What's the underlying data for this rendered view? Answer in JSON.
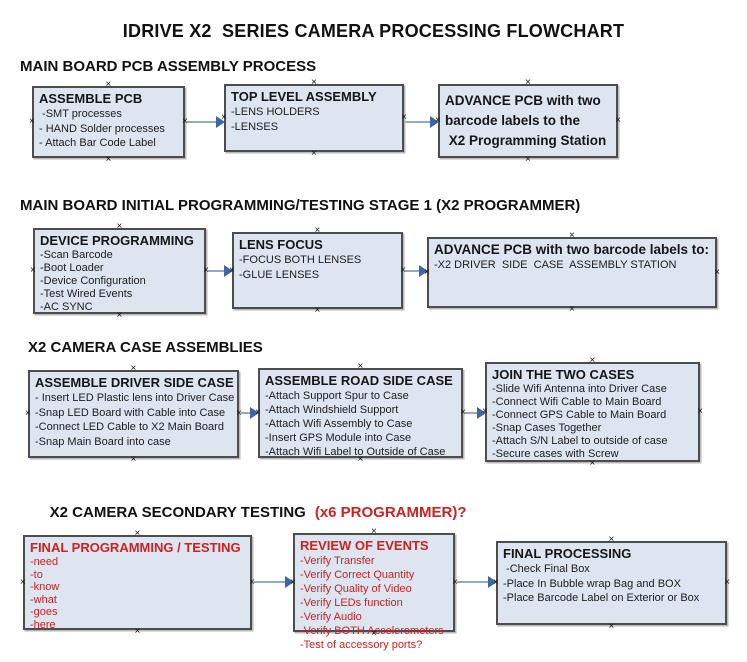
{
  "title": "IDRIVE X2  SERIES CAMERA PROCESSING FLOWCHART",
  "colors": {
    "box_fill": "#dce5f0",
    "box_border": "#4d4d4d",
    "red_accent": "#cc2222",
    "arrow_line": "#94a9c4",
    "arrow_head": "#3f66a0"
  },
  "sections": [
    {
      "heading": "MAIN BOARD PCB ASSEMBLY PROCESS"
    },
    {
      "heading": "MAIN BOARD INITIAL PROGRAMMING/TESTING STAGE 1 (X2 PROGRAMMER)"
    },
    {
      "heading": "X2 CAMERA CASE ASSEMBLIES"
    },
    {
      "heading_black": "X2 CAMERA SECONDARY TESTING",
      "heading_red": "(x6 PROGRAMMER)?"
    }
  ],
  "boxes": {
    "assemble_pcb": {
      "title": "ASSEMBLE PCB",
      "items": [
        " -SMT processes",
        "- HAND Solder processes",
        "- Attach Bar Code Label"
      ]
    },
    "top_level_assembly": {
      "title": "TOP LEVEL ASSEMBLY",
      "items": [
        "-LENS HOLDERS",
        "-LENSES"
      ]
    },
    "advance_to_programming": {
      "lines": [
        "ADVANCE PCB with two",
        "barcode labels to the",
        " X2 Programming Station"
      ]
    },
    "device_programming": {
      "title": "DEVICE PROGRAMMING",
      "items": [
        "-Scan Barcode",
        "-Boot Loader",
        "-Device Configuration",
        "-Test Wired Events",
        "-AC SYNC"
      ]
    },
    "lens_focus": {
      "title": "LENS FOCUS",
      "items": [
        "-FOCUS BOTH LENSES",
        "-GLUE LENSES"
      ]
    },
    "advance_to_case_assembly": {
      "title": "ADVANCE PCB with two barcode labels to:",
      "items": [
        "-X2 DRIVER  SIDE  CASE  ASSEMBLY STATION"
      ]
    },
    "assemble_driver_side_case": {
      "title": "ASSEMBLE DRIVER SIDE CASE",
      "items": [
        "- Insert LED Plastic lens into Driver Case",
        "-Snap LED Board with Cable into Case",
        "-Connect LED Cable to X2 Main Board",
        "-Snap Main Board into case"
      ]
    },
    "assemble_road_side_case": {
      "title": "ASSEMBLE ROAD SIDE CASE",
      "items": [
        "-Attach Support Spur to Case",
        "-Attach Windshield Support",
        "-Attach Wifi Assembly to Case",
        "-Insert GPS Module into Case",
        "-Attach Wifi Label to Outside of Case"
      ]
    },
    "join_the_two_cases": {
      "title": "JOIN THE TWO CASES",
      "items": [
        "-Slide Wifi Antenna into Driver Case",
        "-Connect Wifi Cable to Main Board",
        "-Connect GPS Cable to Main Board",
        "-Snap Cases Together",
        "-Attach S/N Label to outside of case",
        "-Secure cases with Screw"
      ]
    },
    "final_programming_testing": {
      "title": "FINAL PROGRAMMING / TESTING",
      "items": [
        "-need",
        "-to",
        "-know",
        "-what",
        "-goes",
        "-here"
      ]
    },
    "review_of_events": {
      "title": "REVIEW OF EVENTS",
      "items": [
        "-Verify Transfer",
        "-Verify Correct Quantity",
        "-Verify Quality of Video",
        "-Verify LEDs function",
        "-Verify Audio",
        "-Verify BOTH Accelerometers",
        "-Test of accessory ports?"
      ]
    },
    "final_processing": {
      "title": "FINAL PROCESSING",
      "items": [
        " -Check Final Box",
        "-Place In Bubble wrap Bag and BOX",
        "-Place Barcode Label on Exterior or Box"
      ]
    }
  }
}
